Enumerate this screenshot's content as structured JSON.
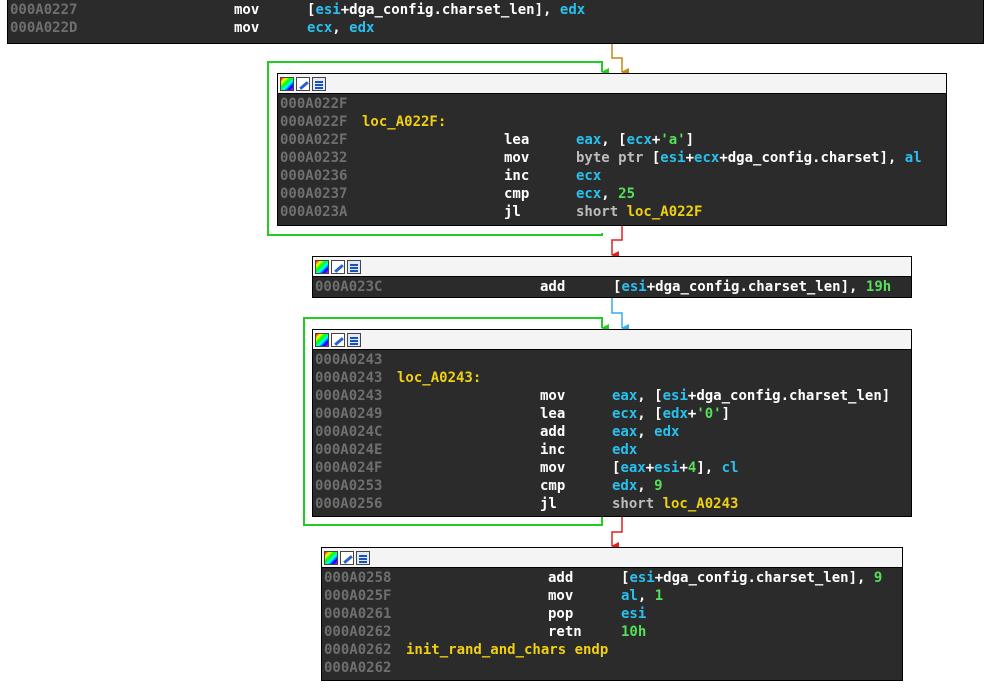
{
  "blocks": {
    "top": {
      "lines": [
        {
          "addr": "000A0227",
          "mnem": "mov",
          "ops": [
            {
              "t": "[",
              "c": "sym"
            },
            {
              "t": "esi",
              "c": "reg"
            },
            {
              "t": "+dga_config.charset_len]",
              "c": "sym"
            },
            {
              "t": ", ",
              "c": "sym"
            },
            {
              "t": "edx",
              "c": "reg"
            }
          ]
        },
        {
          "addr": "000A022D",
          "mnem": "mov",
          "ops": [
            {
              "t": "ecx",
              "c": "reg"
            },
            {
              "t": ", ",
              "c": "sym"
            },
            {
              "t": "edx",
              "c": "reg"
            }
          ]
        }
      ]
    },
    "b1": {
      "lines": [
        {
          "addr": "000A022F"
        },
        {
          "addr": "000A022F",
          "label": "loc_A022F:"
        },
        {
          "addr": "000A022F",
          "mnem": "lea",
          "ops": [
            {
              "t": "eax",
              "c": "reg"
            },
            {
              "t": ", [",
              "c": "sym"
            },
            {
              "t": "ecx",
              "c": "reg"
            },
            {
              "t": "+",
              "c": "sym"
            },
            {
              "t": "'a'",
              "c": "str"
            },
            {
              "t": "]",
              "c": "sym"
            }
          ]
        },
        {
          "addr": "000A0232",
          "mnem": "mov",
          "ops": [
            {
              "t": "byte ptr ",
              "c": "ops"
            },
            {
              "t": "[",
              "c": "sym"
            },
            {
              "t": "esi",
              "c": "reg"
            },
            {
              "t": "+",
              "c": "sym"
            },
            {
              "t": "ecx",
              "c": "reg"
            },
            {
              "t": "+dga_config.charset], ",
              "c": "sym"
            },
            {
              "t": "al",
              "c": "reg"
            }
          ]
        },
        {
          "addr": "000A0236",
          "mnem": "inc",
          "ops": [
            {
              "t": "ecx",
              "c": "reg"
            }
          ]
        },
        {
          "addr": "000A0237",
          "mnem": "cmp",
          "ops": [
            {
              "t": "ecx",
              "c": "reg"
            },
            {
              "t": ", ",
              "c": "sym"
            },
            {
              "t": "25",
              "c": "num"
            }
          ]
        },
        {
          "addr": "000A023A",
          "mnem": "jl",
          "ops": [
            {
              "t": "short ",
              "c": "ops"
            },
            {
              "t": "loc_A022F",
              "c": "lbl"
            }
          ]
        }
      ]
    },
    "b2": {
      "lines": [
        {
          "addr": "000A023C",
          "mnem": "add",
          "ops": [
            {
              "t": "[",
              "c": "sym"
            },
            {
              "t": "esi",
              "c": "reg"
            },
            {
              "t": "+dga_config.charset_len], ",
              "c": "sym"
            },
            {
              "t": "19h",
              "c": "num"
            }
          ]
        }
      ]
    },
    "b3": {
      "lines": [
        {
          "addr": "000A0243"
        },
        {
          "addr": "000A0243",
          "label": "loc_A0243:"
        },
        {
          "addr": "000A0243",
          "mnem": "mov",
          "ops": [
            {
              "t": "eax",
              "c": "reg"
            },
            {
              "t": ", [",
              "c": "sym"
            },
            {
              "t": "esi",
              "c": "reg"
            },
            {
              "t": "+dga_config.charset_len]",
              "c": "sym"
            }
          ]
        },
        {
          "addr": "000A0249",
          "mnem": "lea",
          "ops": [
            {
              "t": "ecx",
              "c": "reg"
            },
            {
              "t": ", [",
              "c": "sym"
            },
            {
              "t": "edx",
              "c": "reg"
            },
            {
              "t": "+",
              "c": "sym"
            },
            {
              "t": "'0'",
              "c": "str"
            },
            {
              "t": "]",
              "c": "sym"
            }
          ]
        },
        {
          "addr": "000A024C",
          "mnem": "add",
          "ops": [
            {
              "t": "eax",
              "c": "reg"
            },
            {
              "t": ", ",
              "c": "sym"
            },
            {
              "t": "edx",
              "c": "reg"
            }
          ]
        },
        {
          "addr": "000A024E",
          "mnem": "inc",
          "ops": [
            {
              "t": "edx",
              "c": "reg"
            }
          ]
        },
        {
          "addr": "000A024F",
          "mnem": "mov",
          "ops": [
            {
              "t": "[",
              "c": "sym"
            },
            {
              "t": "eax",
              "c": "reg"
            },
            {
              "t": "+",
              "c": "sym"
            },
            {
              "t": "esi",
              "c": "reg"
            },
            {
              "t": "+",
              "c": "sym"
            },
            {
              "t": "4",
              "c": "num"
            },
            {
              "t": "], ",
              "c": "sym"
            },
            {
              "t": "cl",
              "c": "reg"
            }
          ]
        },
        {
          "addr": "000A0253",
          "mnem": "cmp",
          "ops": [
            {
              "t": "edx",
              "c": "reg"
            },
            {
              "t": ", ",
              "c": "sym"
            },
            {
              "t": "9",
              "c": "num"
            }
          ]
        },
        {
          "addr": "000A0256",
          "mnem": "jl",
          "ops": [
            {
              "t": "short ",
              "c": "ops"
            },
            {
              "t": "loc_A0243",
              "c": "lbl"
            }
          ]
        }
      ]
    },
    "b4": {
      "lines": [
        {
          "addr": "000A0258",
          "mnem": "add",
          "ops": [
            {
              "t": "[",
              "c": "sym"
            },
            {
              "t": "esi",
              "c": "reg"
            },
            {
              "t": "+dga_config.charset_len], ",
              "c": "sym"
            },
            {
              "t": "9",
              "c": "num"
            }
          ]
        },
        {
          "addr": "000A025F",
          "mnem": "mov",
          "ops": [
            {
              "t": "al",
              "c": "reg"
            },
            {
              "t": ", ",
              "c": "sym"
            },
            {
              "t": "1",
              "c": "num"
            }
          ]
        },
        {
          "addr": "000A0261",
          "mnem": "pop",
          "ops": [
            {
              "t": "esi",
              "c": "reg"
            }
          ]
        },
        {
          "addr": "000A0262",
          "mnem": "retn",
          "ops": [
            {
              "t": "10h",
              "c": "num"
            }
          ]
        },
        {
          "addr": "000A0262",
          "label": "init_rand_and_chars endp"
        },
        {
          "addr": "000A0262"
        }
      ]
    }
  },
  "colors": {
    "loop_edge": "#22cc22",
    "false_edge": "#e02020",
    "uncond_edge": "#35aaf0",
    "fallthrough_edge": "#c08a10",
    "node_bg": "#2b2b2b"
  },
  "icons": [
    "color-icon",
    "edit-icon",
    "graph-icon"
  ]
}
